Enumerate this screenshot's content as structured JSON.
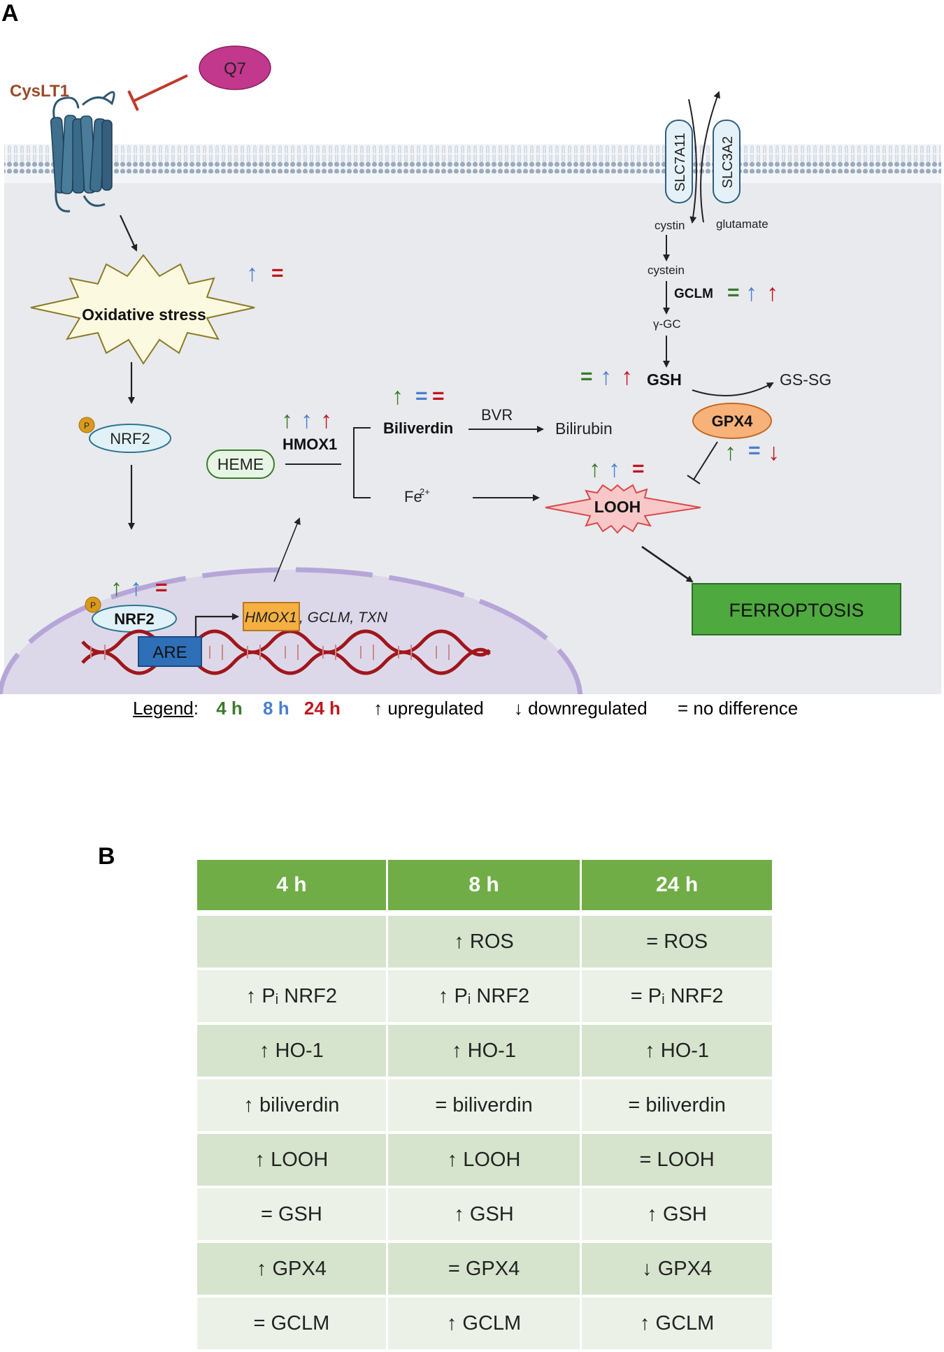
{
  "panel_a": {
    "label": "A",
    "receptor": "CysLT1",
    "inhibitor": "Q7",
    "oxidative_stress": "Oxidative stress",
    "nrf2_cytoplasm": "NRF2",
    "nrf2_nucleus": "NRF2",
    "phospho": "P",
    "are": "ARE",
    "target_genes_first": "HMOX1",
    "target_genes_rest": ", GCLM, TXN",
    "heme": "HEME",
    "hmox1": "HMOX1",
    "biliverdin": "Biliverdin",
    "bvr": "BVR",
    "bilirubin": "Bilirubin",
    "fe": "Fe",
    "fe_charge": "2+",
    "looh": "LOOH",
    "ferroptosis": "FERROPTOSIS",
    "slc7a11": "SLC7A11",
    "slc3a2": "SLC3A2",
    "cystin": "cystin",
    "glutamate": "glutamate",
    "cystein": "cystein",
    "gclm": "GCLM",
    "ggc": "γ-GC",
    "gsh": "GSH",
    "gssg": "GS-SG",
    "gpx4": "GPX4",
    "arrow_up": "↑",
    "arrow_down": "↓",
    "equal": "=",
    "colors": {
      "h4": "#3a7a2a",
      "h8": "#4a7fd0",
      "h24": "#c0161d"
    }
  },
  "legend": {
    "title": "Legend",
    "colon": ":",
    "h4": "4 h",
    "h8": "8 h",
    "h24": "24 h",
    "up": "↑ upregulated",
    "down": "↓ downregulated",
    "nodiff": "= no difference"
  },
  "panel_b": {
    "label": "B",
    "headers": [
      "4 h",
      "8 h",
      "24 h"
    ],
    "rows": [
      [
        "",
        "↑ ROS",
        "= ROS"
      ],
      [
        "↑ Pᵢ NRF2",
        "↑ Pᵢ NRF2",
        "=  Pᵢ NRF2"
      ],
      [
        "↑ HO-1",
        "↑ HO-1",
        "↑ HO-1"
      ],
      [
        "↑ biliverdin",
        "= biliverdin",
        "= biliverdin"
      ],
      [
        "↑ LOOH",
        "↑ LOOH",
        "= LOOH"
      ],
      [
        "= GSH",
        "↑ GSH",
        "↑ GSH"
      ],
      [
        "↑ GPX4",
        "= GPX4",
        "↓ GPX4"
      ],
      [
        "=  GCLM",
        "↑ GCLM",
        "↑ GCLM"
      ]
    ]
  }
}
